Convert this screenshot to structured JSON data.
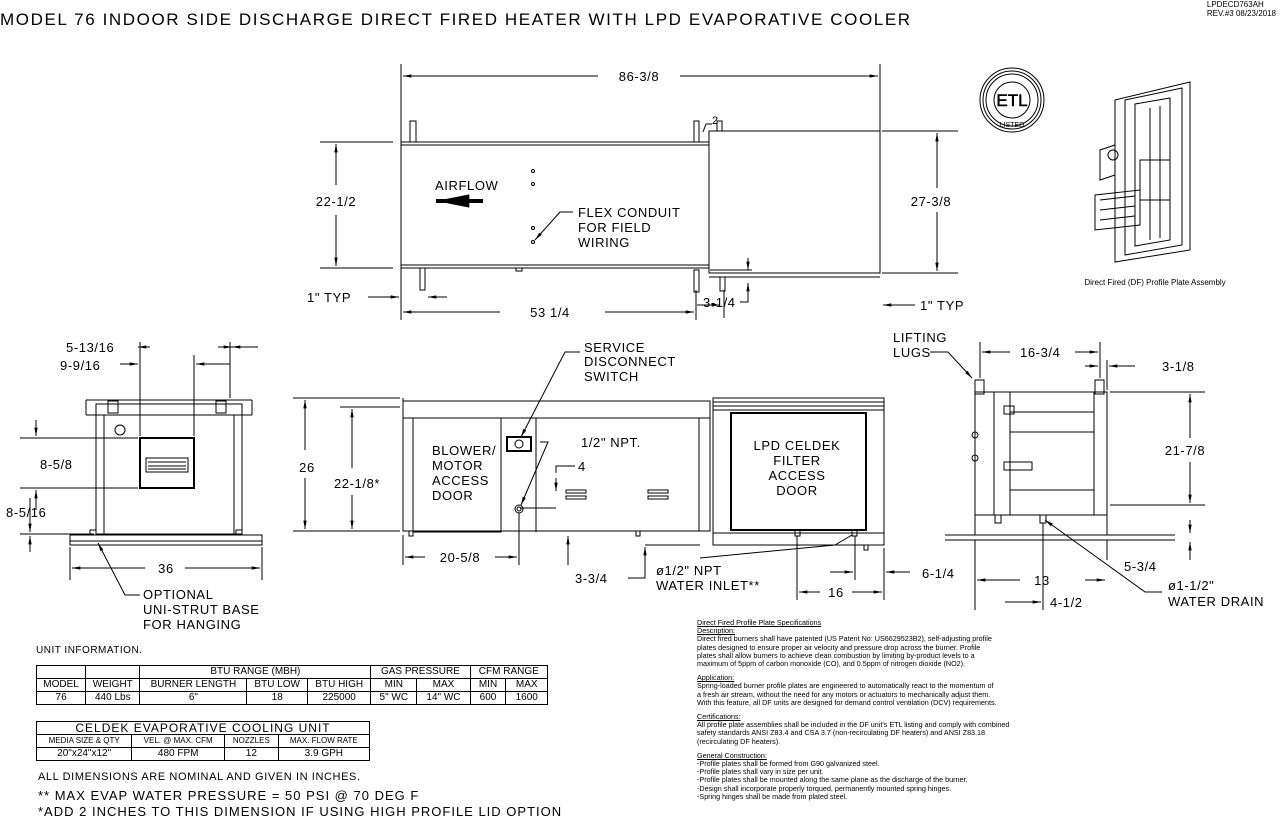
{
  "title": "MODEL 76 INDOOR SIDE DISCHARGE DIRECT FIRED HEATER WITH LPD EVAPORATIVE COOLER",
  "doc_id": "LPDECD763AH",
  "revision": "REV.#3   08/23/2018",
  "top_view": {
    "overall_length": "86-3/8",
    "height_left": "22-1/2",
    "height_right": "27-3/8",
    "length_heater": "53 1/4",
    "offset_2": "2",
    "offset_3_1_4": "3-1/4",
    "typ_left": "1\" TYP",
    "typ_right": "1\" TYP",
    "airflow": "AIRFLOW",
    "flex_conduit": [
      "FLEX CONDUIT",
      "FOR FIELD",
      "WIRING"
    ]
  },
  "etl_logo": {
    "text": "ETL",
    "subtext": "LISTED"
  },
  "profile_plate_caption": "Direct Fired (DF) Profile Plate Assembly",
  "side_view_left": {
    "dim_5_13_16": "5-13/16",
    "dim_9_9_16": "9-9/16",
    "dim_8_5_8": "8-5/8",
    "dim_8_5_16": "8-5/16",
    "dim_36": "36",
    "base_note": [
      "OPTIONAL",
      "UNI-STRUT BASE",
      "FOR HANGING"
    ]
  },
  "front_view": {
    "service_switch": [
      "SERVICE",
      "DISCONNECT",
      "SWITCH"
    ],
    "height_26": "26",
    "height_22_1_8": "22-1/8*",
    "blower_door": [
      "BLOWER/",
      "MOTOR",
      "ACCESS",
      "DOOR"
    ],
    "npt": "1/2\" NPT.",
    "dim_4": "4",
    "dim_20_5_8": "20-5/8",
    "dim_3_3_4": "3-3/4",
    "water_inlet": [
      "ø1/2\" NPT",
      "WATER INLET**"
    ],
    "celdek_door": [
      "LPD CELDEK",
      "FILTER",
      "ACCESS",
      "DOOR"
    ],
    "dim_16": "16"
  },
  "side_view_right": {
    "lifting_lugs": [
      "LIFTING",
      "LUGS"
    ],
    "dim_16_3_4": "16-3/4",
    "dim_3_1_8": "3-1/8",
    "dim_21_7_8": "21-7/8",
    "dim_6_1_4": "6-1/4",
    "dim_13": "13",
    "dim_4_1_2": "4-1/2",
    "dim_5_3_4": "5-3/4",
    "water_drain": [
      "ø1-1/2\"",
      "WATER DRAIN"
    ]
  },
  "unit_info": {
    "heading": "UNIT INFORMATION.",
    "group_headers": [
      "BTU RANGE (MBH)",
      "GAS PRESSURE",
      "CFM RANGE"
    ],
    "columns": [
      "MODEL",
      "WEIGHT",
      "BURNER LENGTH",
      "BTU LOW",
      "BTU HIGH",
      "MIN",
      "MAX",
      "MIN",
      "MAX"
    ],
    "row": [
      "76",
      "440 Lbs",
      "6\"",
      "18",
      "225000",
      "5\" WC",
      "14\" WC",
      "600",
      "1600"
    ]
  },
  "celdek": {
    "heading": "CELDEK EVAPORATIVE COOLING UNIT",
    "columns": [
      "MEDIA SIZE & QTY",
      "VEL. @ MAX. CFM",
      "NOZZLES",
      "MAX. FLOW RATE"
    ],
    "row": [
      "20\"x24\"x12\"",
      "480 FPM",
      "12",
      "3.9 GPH"
    ]
  },
  "notes": [
    "ALL DIMENSIONS ARE NOMINAL AND GIVEN IN INCHES.",
    "** MAX EVAP WATER PRESSURE = 50 PSI @ 70 DEG F",
    "*ADD 2 INCHES TO THIS DIMENSION IF USING HIGH PROFILE LID OPTION"
  ],
  "specs": {
    "title": "Direct Fired Profile Plate Specifications",
    "description_heading": "Description:",
    "description": [
      "Direct fired burners shall have patented (US Patent No: US6629523B2), self-adjusting profile",
      "plates designed to ensure proper air velocity and pressure drop across the burner. Profile",
      "plates shall allow burners to achieve clean combustion by limiting by-product levels to a",
      "maximum of 5ppm of carbon monoxide (CO), and 0.5ppm of nitrogen dioxide (NO2)."
    ],
    "application_heading": "Application:",
    "application": [
      "Spring-loaded burner profile plates are engineered to automatically react to the momentum of",
      "a fresh air stream, without the need for any motors or actuators to mechanically adjust them.",
      "With this feature, all DF units are designed for demand control ventilation (DCV) requirements."
    ],
    "certifications_heading": "Certifications:",
    "certifications": [
      "All profile plate assemblies shall be included in the DF unit's ETL listing and comply with combined",
      "safety standards ANSI Z83.4 and CSA 3.7 (non-recirculating DF heaters) and ANSI Z83.18",
      "(recirculating DF heaters)."
    ],
    "construction_heading": "General Construction:",
    "construction": [
      "-Profile plates shall be formed from G90 galvanized steel.",
      "-Profile plates shall vary in size per unit.",
      "-Profile plates shall be mounted along the same plane as the discharge of the burner.",
      "-Design shall incorporate properly torqued, permanently mounted spring hinges.",
      "-Spring hinges shall be made from plated steel."
    ]
  }
}
